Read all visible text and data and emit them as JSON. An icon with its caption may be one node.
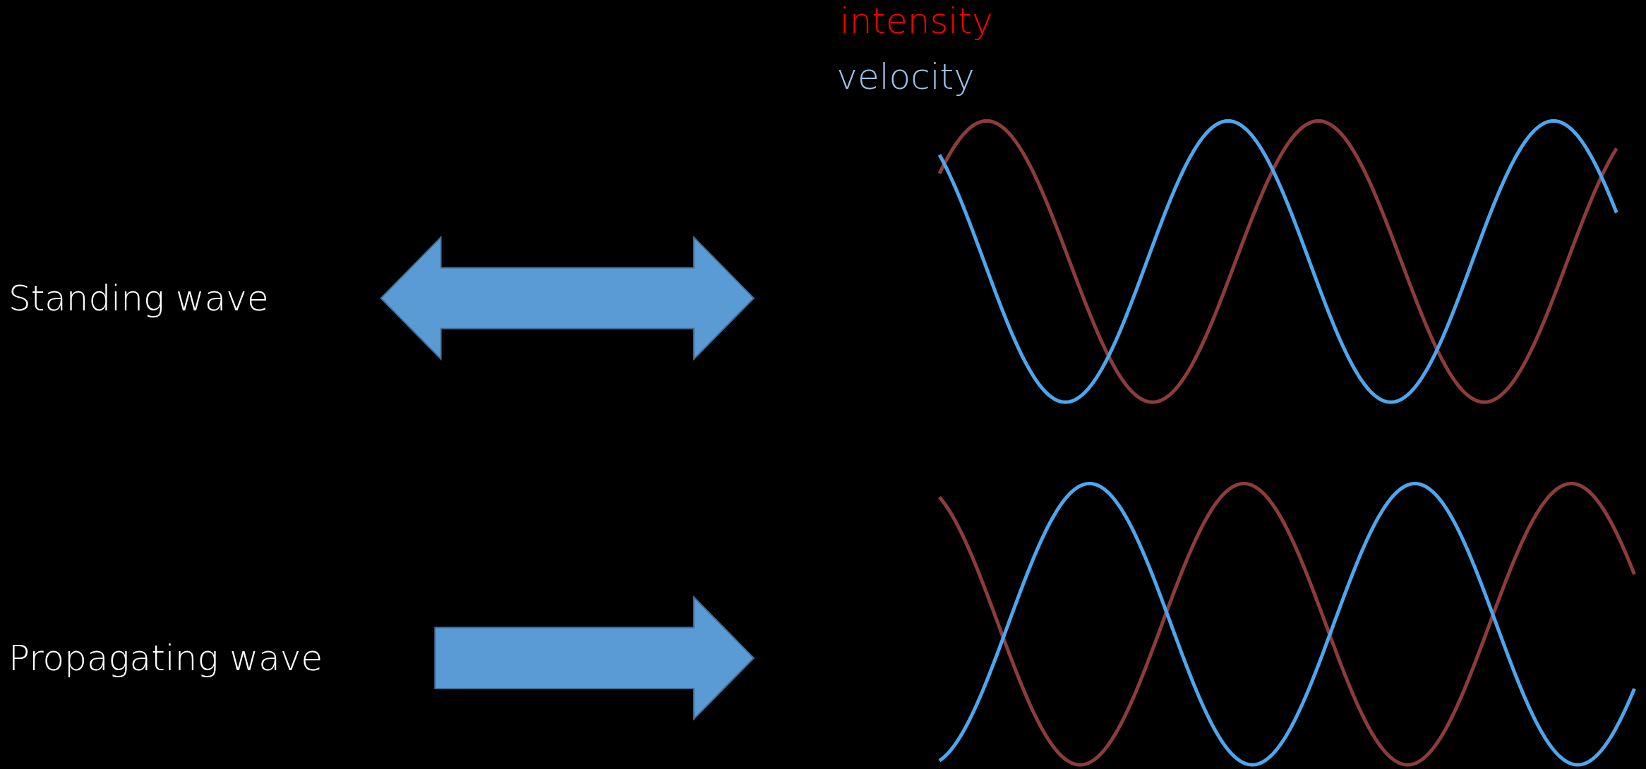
{
  "diagram": {
    "nodes": [
      {
        "text": [
          "Standing wave"
        ]
      },
      {
        "text": [],
        "shape": "picture"
      },
      {
        "text": [
          "Propagating wave"
        ]
      },
      {
        "text": [],
        "shape": "picture"
      }
    ],
    "edges": [
      {
        "from": 0,
        "to": 1,
        "arrow": "both"
      },
      {
        "from": 2,
        "to": 3,
        "arrow": "to"
      }
    ],
    "legend": [
      {
        "text": "intensity",
        "color": "#ff0000"
      },
      {
        "text": "velocity",
        "color": "#9dc3e6"
      }
    ]
  }
}
